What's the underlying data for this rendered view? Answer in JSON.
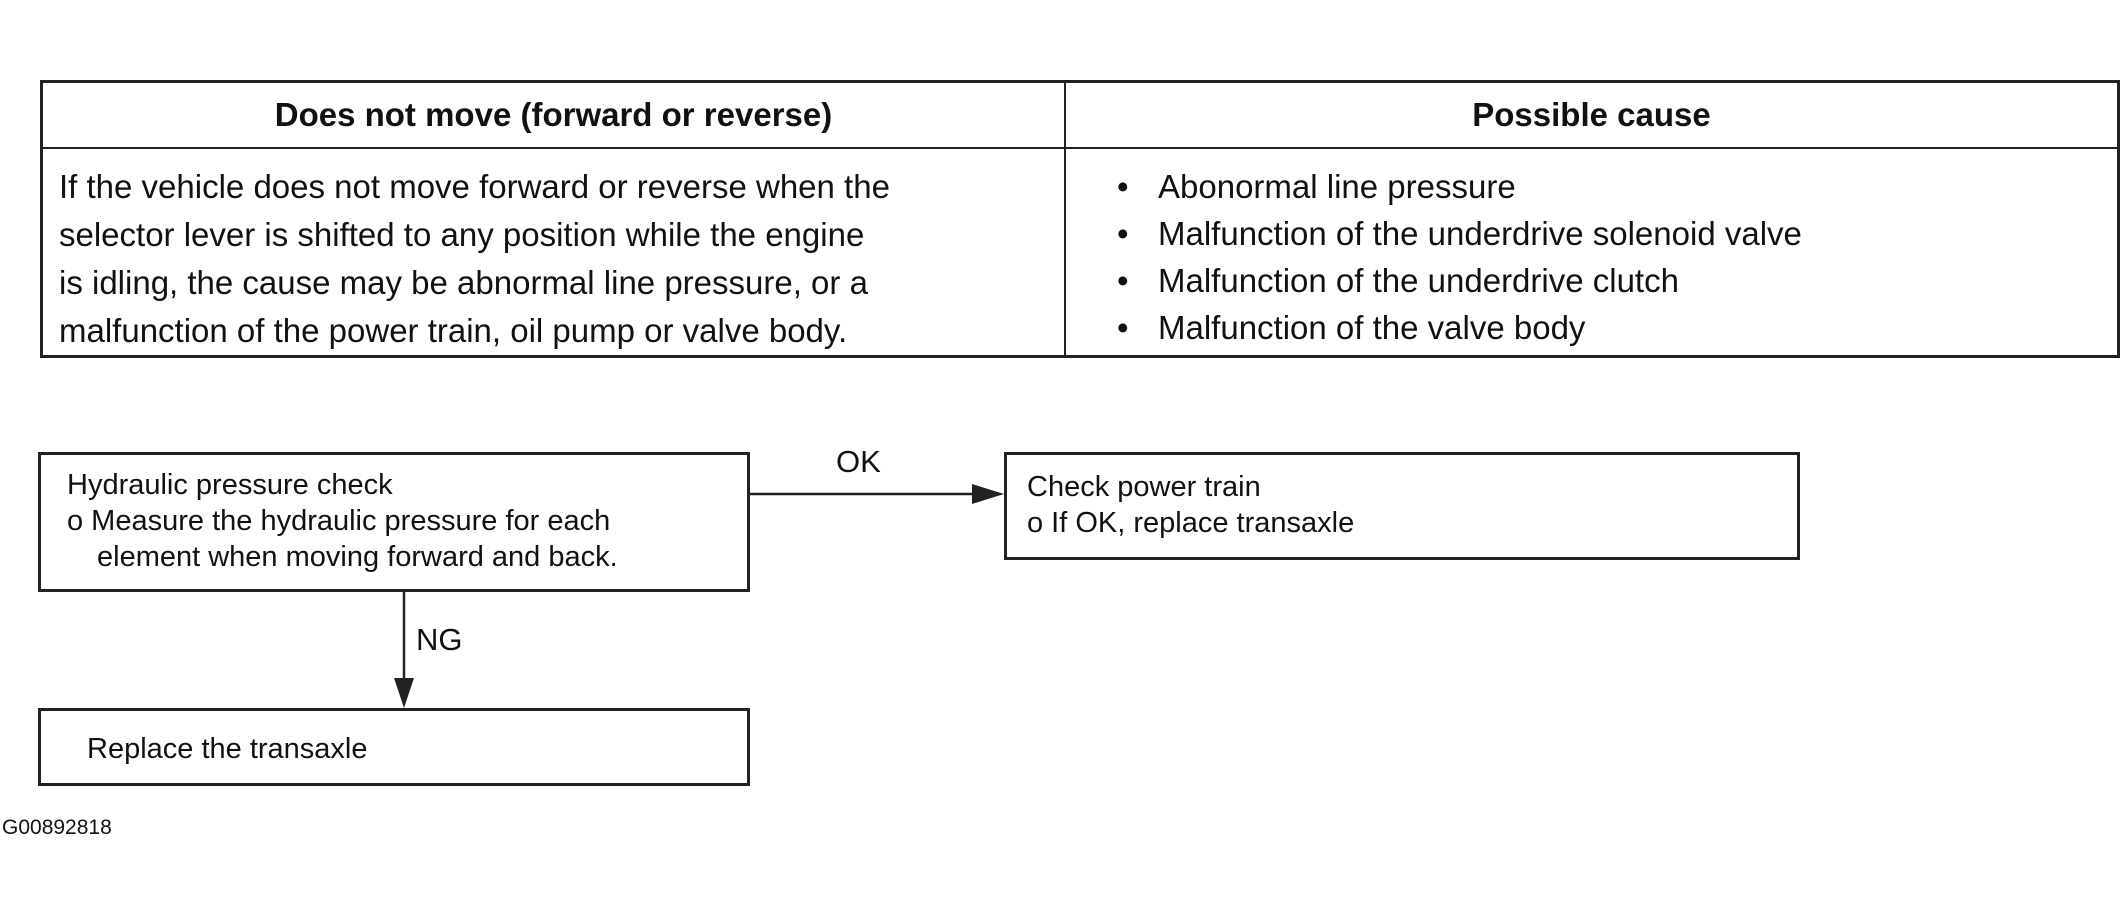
{
  "table": {
    "header_symptom": "Does not move (forward or reverse)",
    "header_cause": "Possible cause",
    "symptom_lines": [
      "If the vehicle does not move forward or reverse when the",
      "selector lever is shifted to any position while the engine",
      "is idling, the cause may be abnormal line pressure, or a",
      "malfunction of the power train, oil pump or valve body."
    ],
    "bullet": "•",
    "causes": [
      "Abonormal line pressure",
      "Malfunction of the underdrive solenoid valve",
      "Malfunction of the underdrive clutch",
      "Malfunction of the valve body"
    ]
  },
  "flowchart": {
    "hydraulic_box": {
      "title": "Hydraulic pressure check",
      "line2": "o Measure the hydraulic pressure for each",
      "line3": "element when moving forward and back."
    },
    "power_train_box": {
      "title": "Check power train",
      "line2": "o If OK, replace transaxle"
    },
    "replace_box": {
      "title": "Replace the transaxle"
    },
    "ok_label": "OK",
    "ng_label": "NG"
  },
  "figure_id": "G00892818"
}
